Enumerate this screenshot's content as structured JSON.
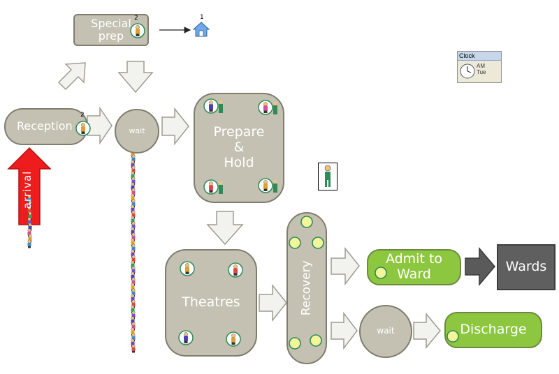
{
  "stations": {
    "reception": "Reception",
    "special_prep_line1": "Special",
    "special_prep_line2": "prep",
    "wait_top": "wait",
    "prepare_line1": "Prepare",
    "prepare_line2": "&",
    "prepare_line3": "Hold",
    "theatres": "Theatres",
    "recovery": "Recovery",
    "admit_line1": "Admit to",
    "admit_line2": "Ward",
    "wards": "Wards",
    "wait_bottom": "wait",
    "discharge": "Discharge",
    "arrival": "arrival"
  },
  "counters": {
    "special_prep_count": "2",
    "reception_count": "2",
    "home_count": "1"
  },
  "clock": {
    "title": "Clock",
    "ampm": "AM",
    "day": "Tue"
  },
  "colors": {
    "station_fill": "#c4c1b2",
    "station_border": "#7f7d6e",
    "green_station": "#8dc63f",
    "wards_fill": "#5f5f5f",
    "arrival_arrow": "#ee1c1c",
    "flow_arrow": "#f2f2ee",
    "token_fill": "#f4f59a"
  },
  "icons": {
    "home": "home-icon",
    "patient": "patient-icon",
    "staff": "staff-icon",
    "bed_token": "bed-token-icon",
    "clock": "clock-icon"
  }
}
